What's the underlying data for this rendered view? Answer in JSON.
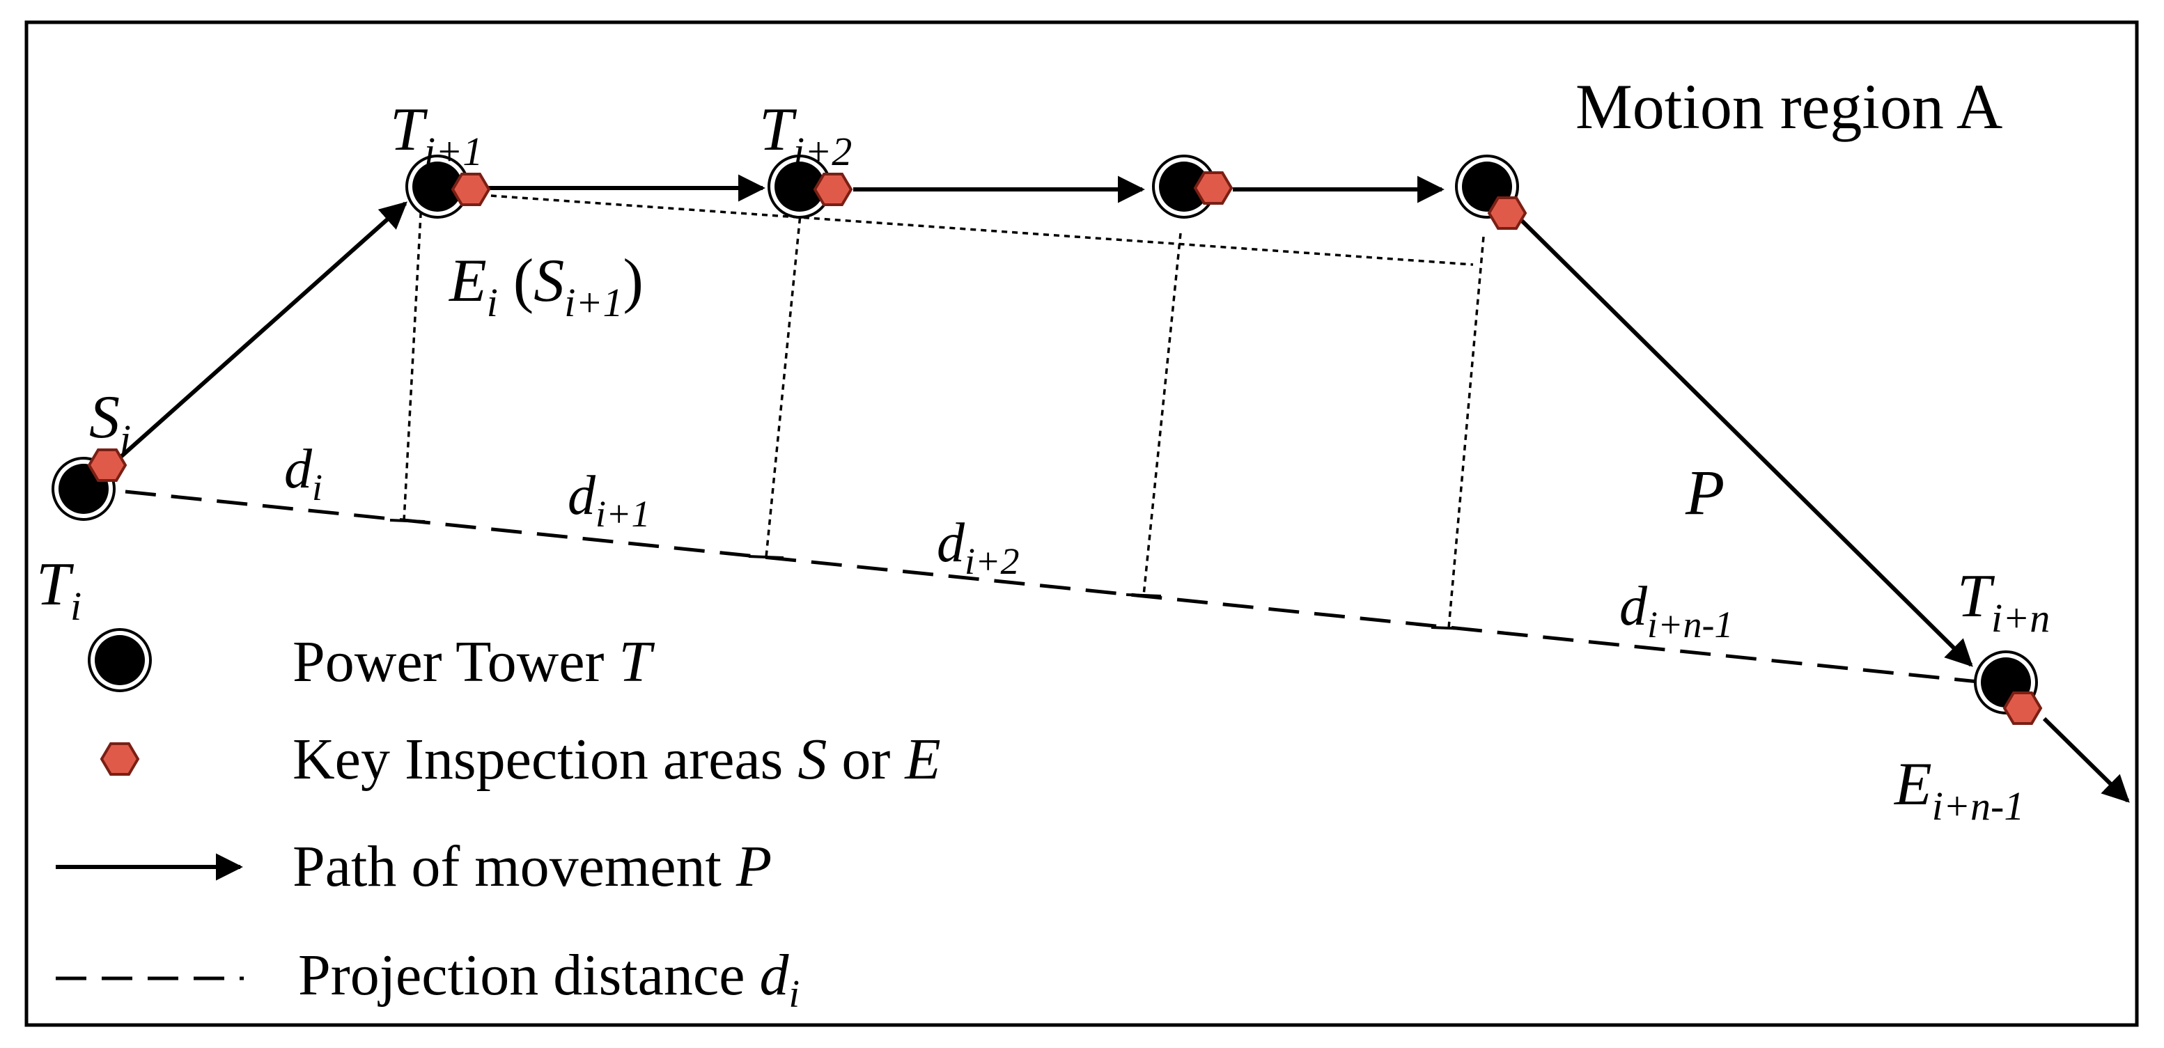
{
  "title": "Motion region A",
  "labels": {
    "T_i": {
      "base": "T",
      "sub": "i"
    },
    "T_i1": {
      "base": "T",
      "sub": "i+1"
    },
    "T_i2": {
      "base": "T",
      "sub": "i+2"
    },
    "T_in": {
      "base": "T",
      "sub": "i+n"
    },
    "S_i": {
      "base": "S",
      "sub": "i"
    },
    "E_i": {
      "base": "E",
      "sub": "i",
      "paren_open": " (",
      "paren_base": "S",
      "paren_sub": "i+1",
      "paren_close": ")"
    },
    "E_in1": {
      "base": "E",
      "sub": "i+n-1"
    },
    "P": "P",
    "d_i": {
      "base": "d",
      "sub": "i"
    },
    "d_i1": {
      "base": "d",
      "sub": "i+1"
    },
    "d_i2": {
      "base": "d",
      "sub": "i+2"
    },
    "d_in1": {
      "base": "d",
      "sub": "i+n-1"
    }
  },
  "legend": {
    "tower": {
      "text": "Power Tower ",
      "var": "T",
      "icon": "power-tower-icon"
    },
    "inspection": {
      "text": "Key Inspection areas ",
      "var1": "S",
      "mid": " or ",
      "var2": "E",
      "icon": "inspection-area-icon"
    },
    "path": {
      "text": "Path of movement ",
      "var": "P",
      "icon": "arrow-line-icon"
    },
    "projection": {
      "text": "Projection distance ",
      "var": "d",
      "sub": "i",
      "icon": "dashed-line-icon"
    }
  },
  "colors": {
    "tower": "#000000",
    "inspection_fill": "#e05a4a",
    "inspection_stroke": "#7a1f14",
    "line": "#000000"
  }
}
